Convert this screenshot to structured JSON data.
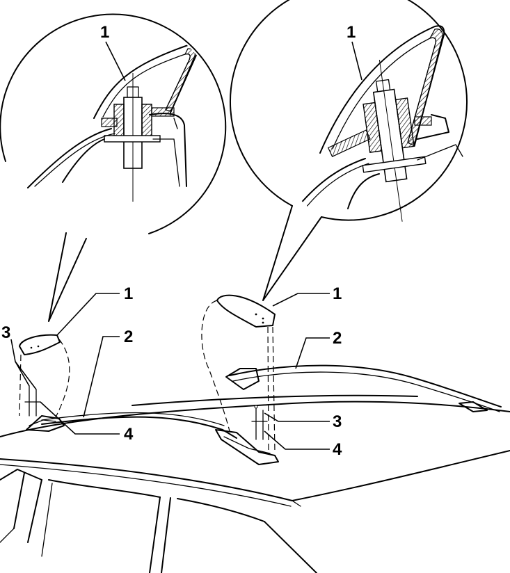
{
  "labels": {
    "detail_left_1": "1",
    "detail_right_1": "1",
    "left_cover_1": "1",
    "left_rail_2": "2",
    "left_screws_3": "3",
    "left_base_4": "4",
    "right_cover_1": "1",
    "right_rail_2": "2",
    "right_screw_3": "3",
    "right_base_4": "4"
  }
}
